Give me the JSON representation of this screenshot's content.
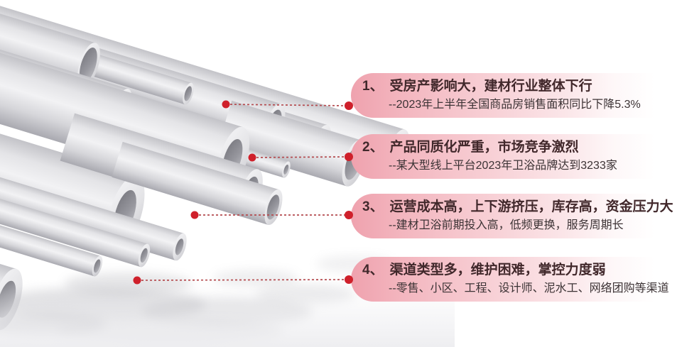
{
  "colors": {
    "accent_dot_red": "#cf202b",
    "connector_red": "#b44a4e",
    "bubble_pink": "#efa2ae",
    "headline_text": "#41282b",
    "detail_text": "#3c3335",
    "pipe_grey": "#d9d9dc"
  },
  "callouts": [
    {
      "label": "1、",
      "title": "受房产影响大，建材行业整体下行",
      "detail": "--2023年上半年全国商品房销售面积同比下降5.3%"
    },
    {
      "label": "2、",
      "title": "产品同质化严重，市场竞争激烈",
      "detail": "--某大型线上平台2023年卫浴品牌达到3233家"
    },
    {
      "label": "3、",
      "title": "运营成本高，上下游挤压，库存高，资金压力大",
      "detail": "--建材卫浴前期投入高，低频更换，服务周期长"
    },
    {
      "label": "4、",
      "title": "渠道类型多，维护困难，掌控力度弱",
      "detail": "--零售、小区、工程、设计师、泥水工、网络团购等渠道"
    }
  ]
}
